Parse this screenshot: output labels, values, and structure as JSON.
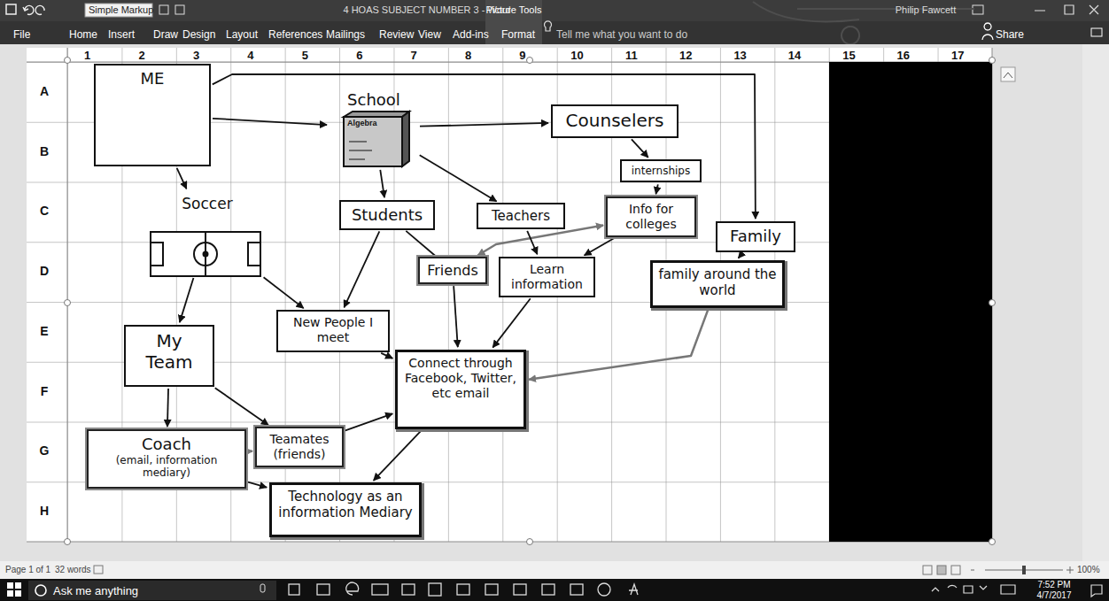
{
  "diagram": {
    "nodes": [
      {
        "text": [
          "ME"
        ]
      },
      {
        "text": [
          "School"
        ]
      },
      {
        "text": [
          "Counselers"
        ]
      },
      {
        "text": [
          "internships"
        ]
      },
      {
        "text": [
          "Soccer"
        ]
      },
      {
        "text": [
          "Students"
        ]
      },
      {
        "text": [
          "Teachers"
        ]
      },
      {
        "text": [
          "Info for colleges"
        ]
      },
      {
        "text": [
          "Family"
        ]
      },
      {
        "text": [
          "Friends"
        ]
      },
      {
        "text": [
          "Learn information"
        ]
      },
      {
        "text": [
          "family around the world"
        ]
      },
      {
        "text": [
          "My Team"
        ]
      },
      {
        "text": [
          "New People I meet"
        ]
      },
      {
        "text": [
          "Connect through Facebook, Twitter, etc email"
        ]
      },
      {
        "text": [
          "Coach",
          "(email, information mediary)"
        ]
      },
      {
        "text": [
          "Teamates (friends)"
        ]
      },
      {
        "text": [
          "Technology as an information Mediary"
        ]
      }
    ],
    "edges": [
      {
        "from": 0,
        "to": 1,
        "arrow": "to"
      },
      {
        "from": 0,
        "to": 4,
        "arrow": "to"
      },
      {
        "from": 0,
        "to": 8,
        "arrow": "to"
      },
      {
        "from": 1,
        "to": 2,
        "arrow": "to"
      },
      {
        "from": 1,
        "to": 5,
        "arrow": "to"
      },
      {
        "from": 1,
        "to": 6,
        "arrow": "to"
      },
      {
        "from": 2,
        "to": 3,
        "arrow": "to"
      },
      {
        "from": 3,
        "to": 7,
        "arrow": "to"
      },
      {
        "from": 7,
        "to": 9,
        "arrow": "both"
      },
      {
        "from": 7,
        "to": 10,
        "arrow": "to"
      },
      {
        "from": 8,
        "to": 11,
        "arrow": "to"
      },
      {
        "from": 5,
        "to": 13,
        "arrow": "to"
      },
      {
        "from": 5,
        "to": 9,
        "arrow": "none"
      },
      {
        "from": 6,
        "to": 10,
        "arrow": "to"
      },
      {
        "from": 9,
        "to": 14,
        "arrow": "to"
      },
      {
        "from": 10,
        "to": 14,
        "arrow": "to"
      },
      {
        "from": 11,
        "to": 14,
        "arrow": "to"
      },
      {
        "from": 4,
        "to": 12,
        "arrow": "to"
      },
      {
        "from": 4,
        "to": 13,
        "arrow": "to"
      },
      {
        "from": 13,
        "to": 14,
        "arrow": "to"
      },
      {
        "from": 12,
        "to": 15,
        "arrow": "to"
      },
      {
        "from": 12,
        "to": 16,
        "arrow": "to"
      },
      {
        "from": 15,
        "to": 16,
        "arrow": "to"
      },
      {
        "from": 16,
        "to": 14,
        "arrow": "to"
      },
      {
        "from": 15,
        "to": 17,
        "arrow": "to"
      },
      {
        "from": 14,
        "to": 17,
        "arrow": "to"
      }
    ],
    "labels": [
      "Simple Markup",
      "4 HOAS SUBJECT NUMBER 3 - Word",
      "Picture Tools",
      "Philip Fawcett",
      "File",
      "Home",
      "Insert",
      "Draw",
      "Design",
      "Layout",
      "References",
      "Mailings",
      "Review",
      "View",
      "Add-ins",
      "Format",
      "Tell me what you want to do",
      "Share",
      "1",
      "2",
      "3",
      "4",
      "5",
      "6",
      "7",
      "8",
      "9",
      "10",
      "11",
      "12",
      "13",
      "14",
      "15",
      "16",
      "17",
      "A",
      "B",
      "C",
      "D",
      "E",
      "F",
      "G",
      "H",
      "Algebra",
      "Page 1 of 1",
      "32 words",
      "100%",
      "Ask me anything",
      "7:52 PM",
      "4/7/2017"
    ]
  }
}
